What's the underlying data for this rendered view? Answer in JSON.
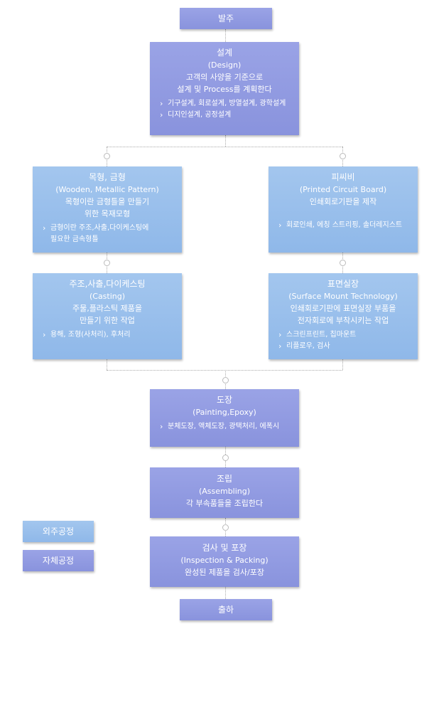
{
  "order": {
    "label": "발주"
  },
  "design": {
    "title": "설계",
    "subtitle": "(Design)",
    "desc": [
      "고객의 사양을 기준으로",
      "설계 및 Process를 계획한다"
    ],
    "items": [
      "기구설계, 회로설계, 방열설계, 광학설계",
      "디지인설계, 공정설계"
    ]
  },
  "pattern": {
    "title": "목형, 금형",
    "subtitle": "(Wooden, Metallic Pattern)",
    "desc": [
      "목형이란 금형틀을 만들기",
      "위한 목재모형"
    ],
    "items": [
      "금형이란 주조,사출,다이케스팅에",
      "필요한 금속형틀"
    ]
  },
  "pcb": {
    "title": "피씨비",
    "subtitle": "(Printed Circuit Board)",
    "desc": [
      "인쇄회로기판을 제작"
    ],
    "items": [
      "회로인쇄, 에칭 스트리핑, 솔더레지스트"
    ]
  },
  "casting": {
    "title": "주조,사출,다이케스팅",
    "subtitle": "(Casting)",
    "desc": [
      "주물,플라스틱 제품을",
      "만들기 위한 작업"
    ],
    "items": [
      "용해, 조형(사처리), 후처리"
    ]
  },
  "smt": {
    "title": "표면실장",
    "subtitle": "(Surface Mount Technology)",
    "desc": [
      "인쇄회로기판에 표면실장 부품을",
      "전자회로에 부착시키는 작업"
    ],
    "items": [
      "스크린프린트, 칩마운트",
      "리플로우, 검사"
    ]
  },
  "painting": {
    "title": "도장",
    "subtitle": "(Painting,Epoxy)",
    "items": [
      "분체도장, 액체도장, 광택처리, 에폭시"
    ]
  },
  "assembling": {
    "title": "조립",
    "subtitle": "(Assembling)",
    "desc": [
      "각 부속품들을 조립한다"
    ]
  },
  "inspection": {
    "title": "검사 및 포장",
    "subtitle": "(Inspection & Packing)",
    "desc": [
      "완성된 제품을 검사/포장"
    ]
  },
  "shipping": {
    "label": "출하"
  },
  "legend": {
    "outsourced": "외주공정",
    "inhouse": "자체공정"
  },
  "colors": {
    "inhouse": "#8e97e0",
    "outsourced": "#96bdeb"
  }
}
